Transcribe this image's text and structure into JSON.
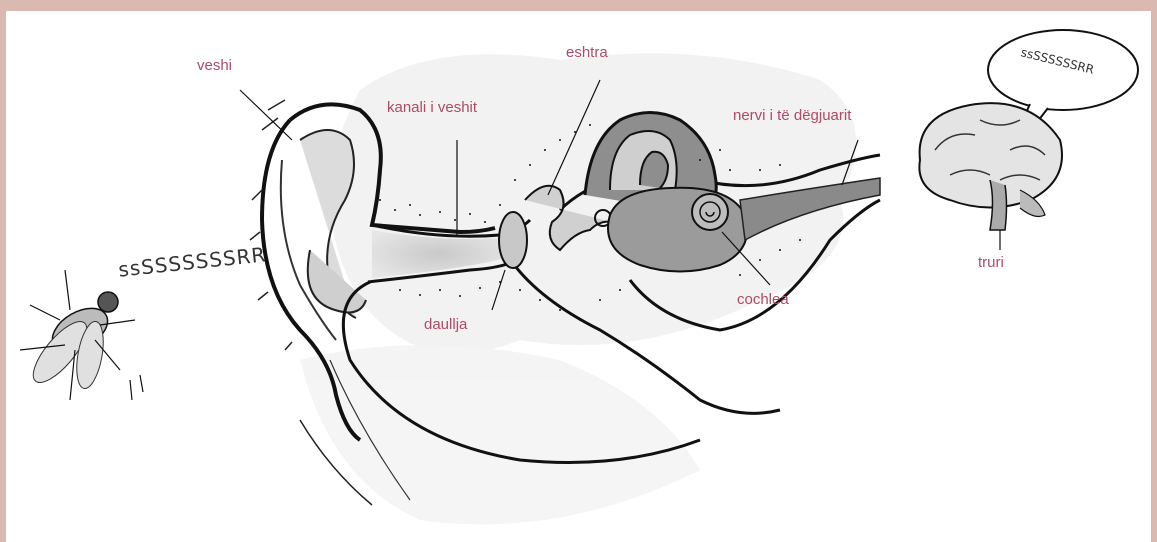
{
  "colors": {
    "frame": "#d9b9b2",
    "label": "#b04a66",
    "ink": "#111111",
    "wash": "#d6d6d6"
  },
  "labels": {
    "veshi": "veshi",
    "kanali": "kanali i veshit",
    "eshtra": "eshtra",
    "nervi": "nervi i të dëgjuarit",
    "daullja": "daullja",
    "cochlea": "cochlea",
    "truri": "truri"
  },
  "sound": {
    "fly_buzz": "ssSSSSSSSRR",
    "brain_buzz": "ssSSSSSSRR"
  },
  "icons": {
    "fly": "fly-icon",
    "brain": "brain-icon",
    "thought_bubble": "thought-bubble-icon"
  }
}
